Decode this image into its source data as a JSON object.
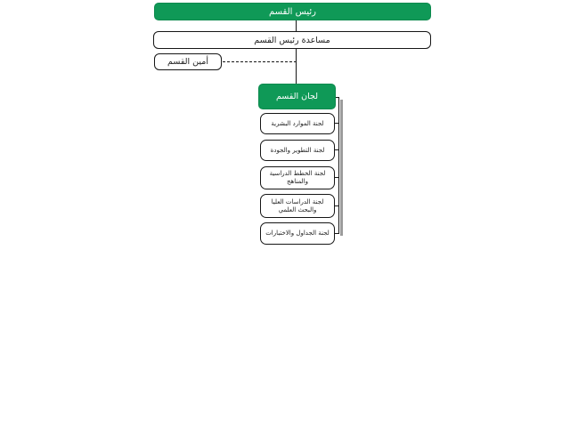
{
  "colors": {
    "accent_green": "#0f9957",
    "box_border": "#161616",
    "connector": "#161616",
    "connector_shadow": "#9b9b9b",
    "background": "#ffffff",
    "green_box_text": "#ffffff",
    "white_box_text": "#1c1c1c"
  },
  "org_chart": {
    "type": "org-tree",
    "direction": "rtl",
    "root": {
      "label": "رئيس القسم"
    },
    "assistant": {
      "label": "مساعدة رئيس القسم"
    },
    "secretary": {
      "label": "أمين القسم",
      "link_style": "dashed"
    },
    "committees_group": {
      "label": "لجان القسم"
    },
    "committees": [
      {
        "label": "لجنة الموارد البشرية"
      },
      {
        "label": "لجنة التطوير والجودة"
      },
      {
        "label": "لجنة الخطط الدراسية والمناهج"
      },
      {
        "label": "لجنة الدراسات العليا والبحث العلمي"
      },
      {
        "label": "لجنة الجداول والاختبارات"
      }
    ]
  }
}
